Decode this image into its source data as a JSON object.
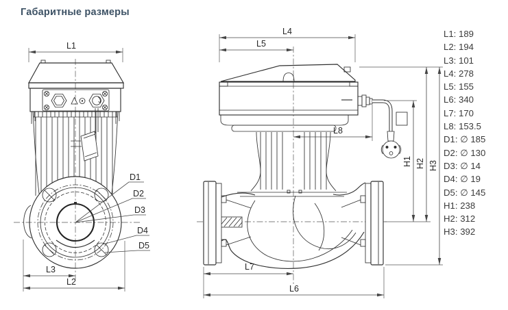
{
  "title": "Габаритные размеры",
  "legend": {
    "separator": ": ",
    "items": [
      {
        "label": "L1",
        "value": "189"
      },
      {
        "label": "L2",
        "value": "194"
      },
      {
        "label": "L3",
        "value": "101"
      },
      {
        "label": "L4",
        "value": "278"
      },
      {
        "label": "L5",
        "value": "155"
      },
      {
        "label": "L6",
        "value": "340"
      },
      {
        "label": "L7",
        "value": "170"
      },
      {
        "label": "L8",
        "value": "153.5"
      },
      {
        "label": "D1",
        "value": "∅ 185"
      },
      {
        "label": "D2",
        "value": "∅ 130"
      },
      {
        "label": "D3",
        "value": "∅ 14"
      },
      {
        "label": "D4",
        "value": "∅ 19"
      },
      {
        "label": "D5",
        "value": "∅ 145"
      },
      {
        "label": "H1",
        "value": "238"
      },
      {
        "label": "H2",
        "value": "312"
      },
      {
        "label": "H3",
        "value": "392"
      }
    ]
  },
  "drawing": {
    "dim_labels": {
      "L1": "L1",
      "L2": "L2",
      "L3": "L3",
      "L4": "L4",
      "L5": "L5",
      "L6": "L6",
      "L7": "L7",
      "L8": "L8",
      "D1": "D1",
      "D2": "D2",
      "D3": "D3",
      "D4": "D4",
      "D5": "D5",
      "H1": "H1",
      "H2": "H2",
      "H3": "H3"
    }
  },
  "colors": {
    "line": "#2f2f2f",
    "dim_line": "#454545",
    "title_text": "#3d5265",
    "legend_text": "#3a3a3a",
    "background": "#ffffff"
  }
}
